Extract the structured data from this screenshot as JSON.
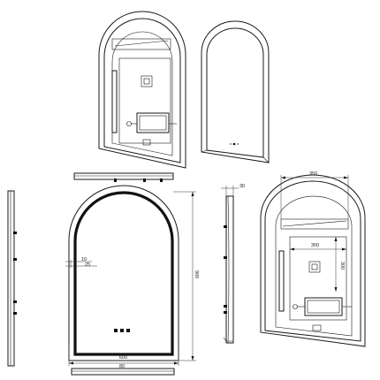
{
  "dimensions": {
    "overall_width": "600",
    "overall_height": "900",
    "depth_top": "30",
    "back_led_width": "350",
    "back_box_width": "300",
    "back_box_height": "300",
    "edge_offset_a": "10",
    "edge_offset_b": "25",
    "bottom_label": "80"
  },
  "colors": {
    "line": "#1a1a1a",
    "background": "#ffffff"
  }
}
